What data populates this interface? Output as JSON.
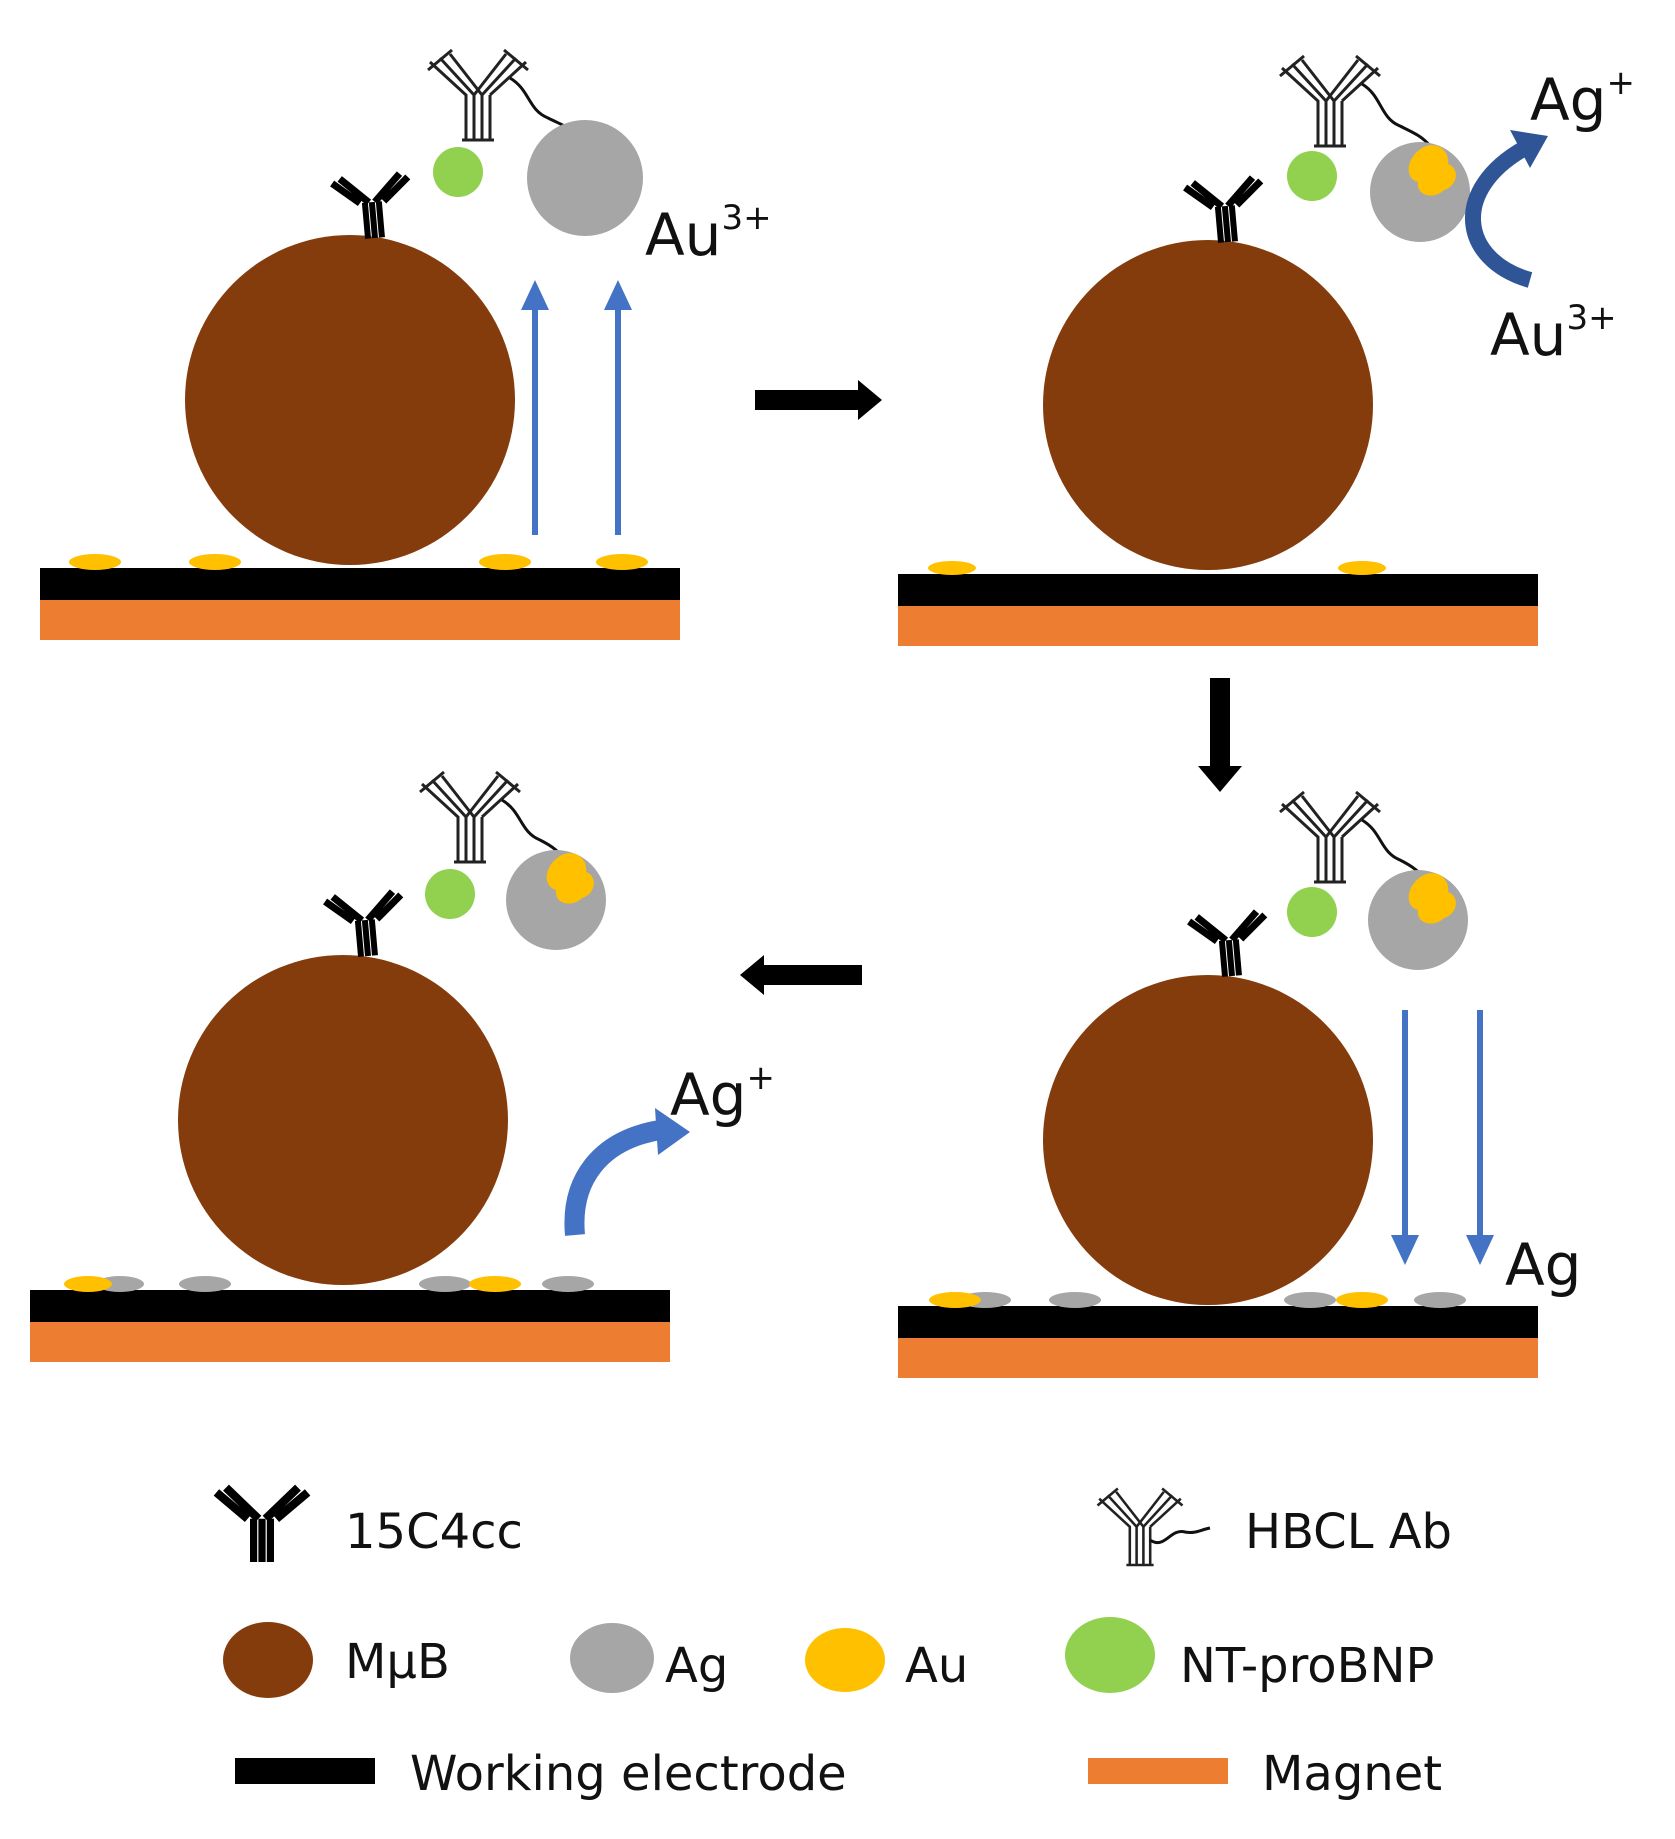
{
  "labels": {
    "panel1_ion": "Au",
    "panel1_ion_charge": "3+",
    "panel2_ion_out": "Ag",
    "panel2_ion_out_charge": "+",
    "panel2_ion_in": "Au",
    "panel2_ion_in_charge": "3+",
    "panel3_deposit": "Ag",
    "panel4_ion_out": "Ag",
    "panel4_ion_out_charge": "+"
  },
  "legend": {
    "capture_antibody": "15C4cc",
    "detection_antibody": "HBCL Ab",
    "microbead": "MμB",
    "silver": "Ag",
    "gold": "Au",
    "analyte": "NT-proBNP",
    "electrode": "Working electrode",
    "magnet": "Magnet"
  },
  "colors": {
    "microbead": "#843C0C",
    "silver": "#A6A6A6",
    "gold": "#FFC000",
    "analyte": "#92D050",
    "electrode": "#000000",
    "magnet": "#ED7D31",
    "reaction_arrow": "#4472C4",
    "process_arrow": "#000000"
  }
}
